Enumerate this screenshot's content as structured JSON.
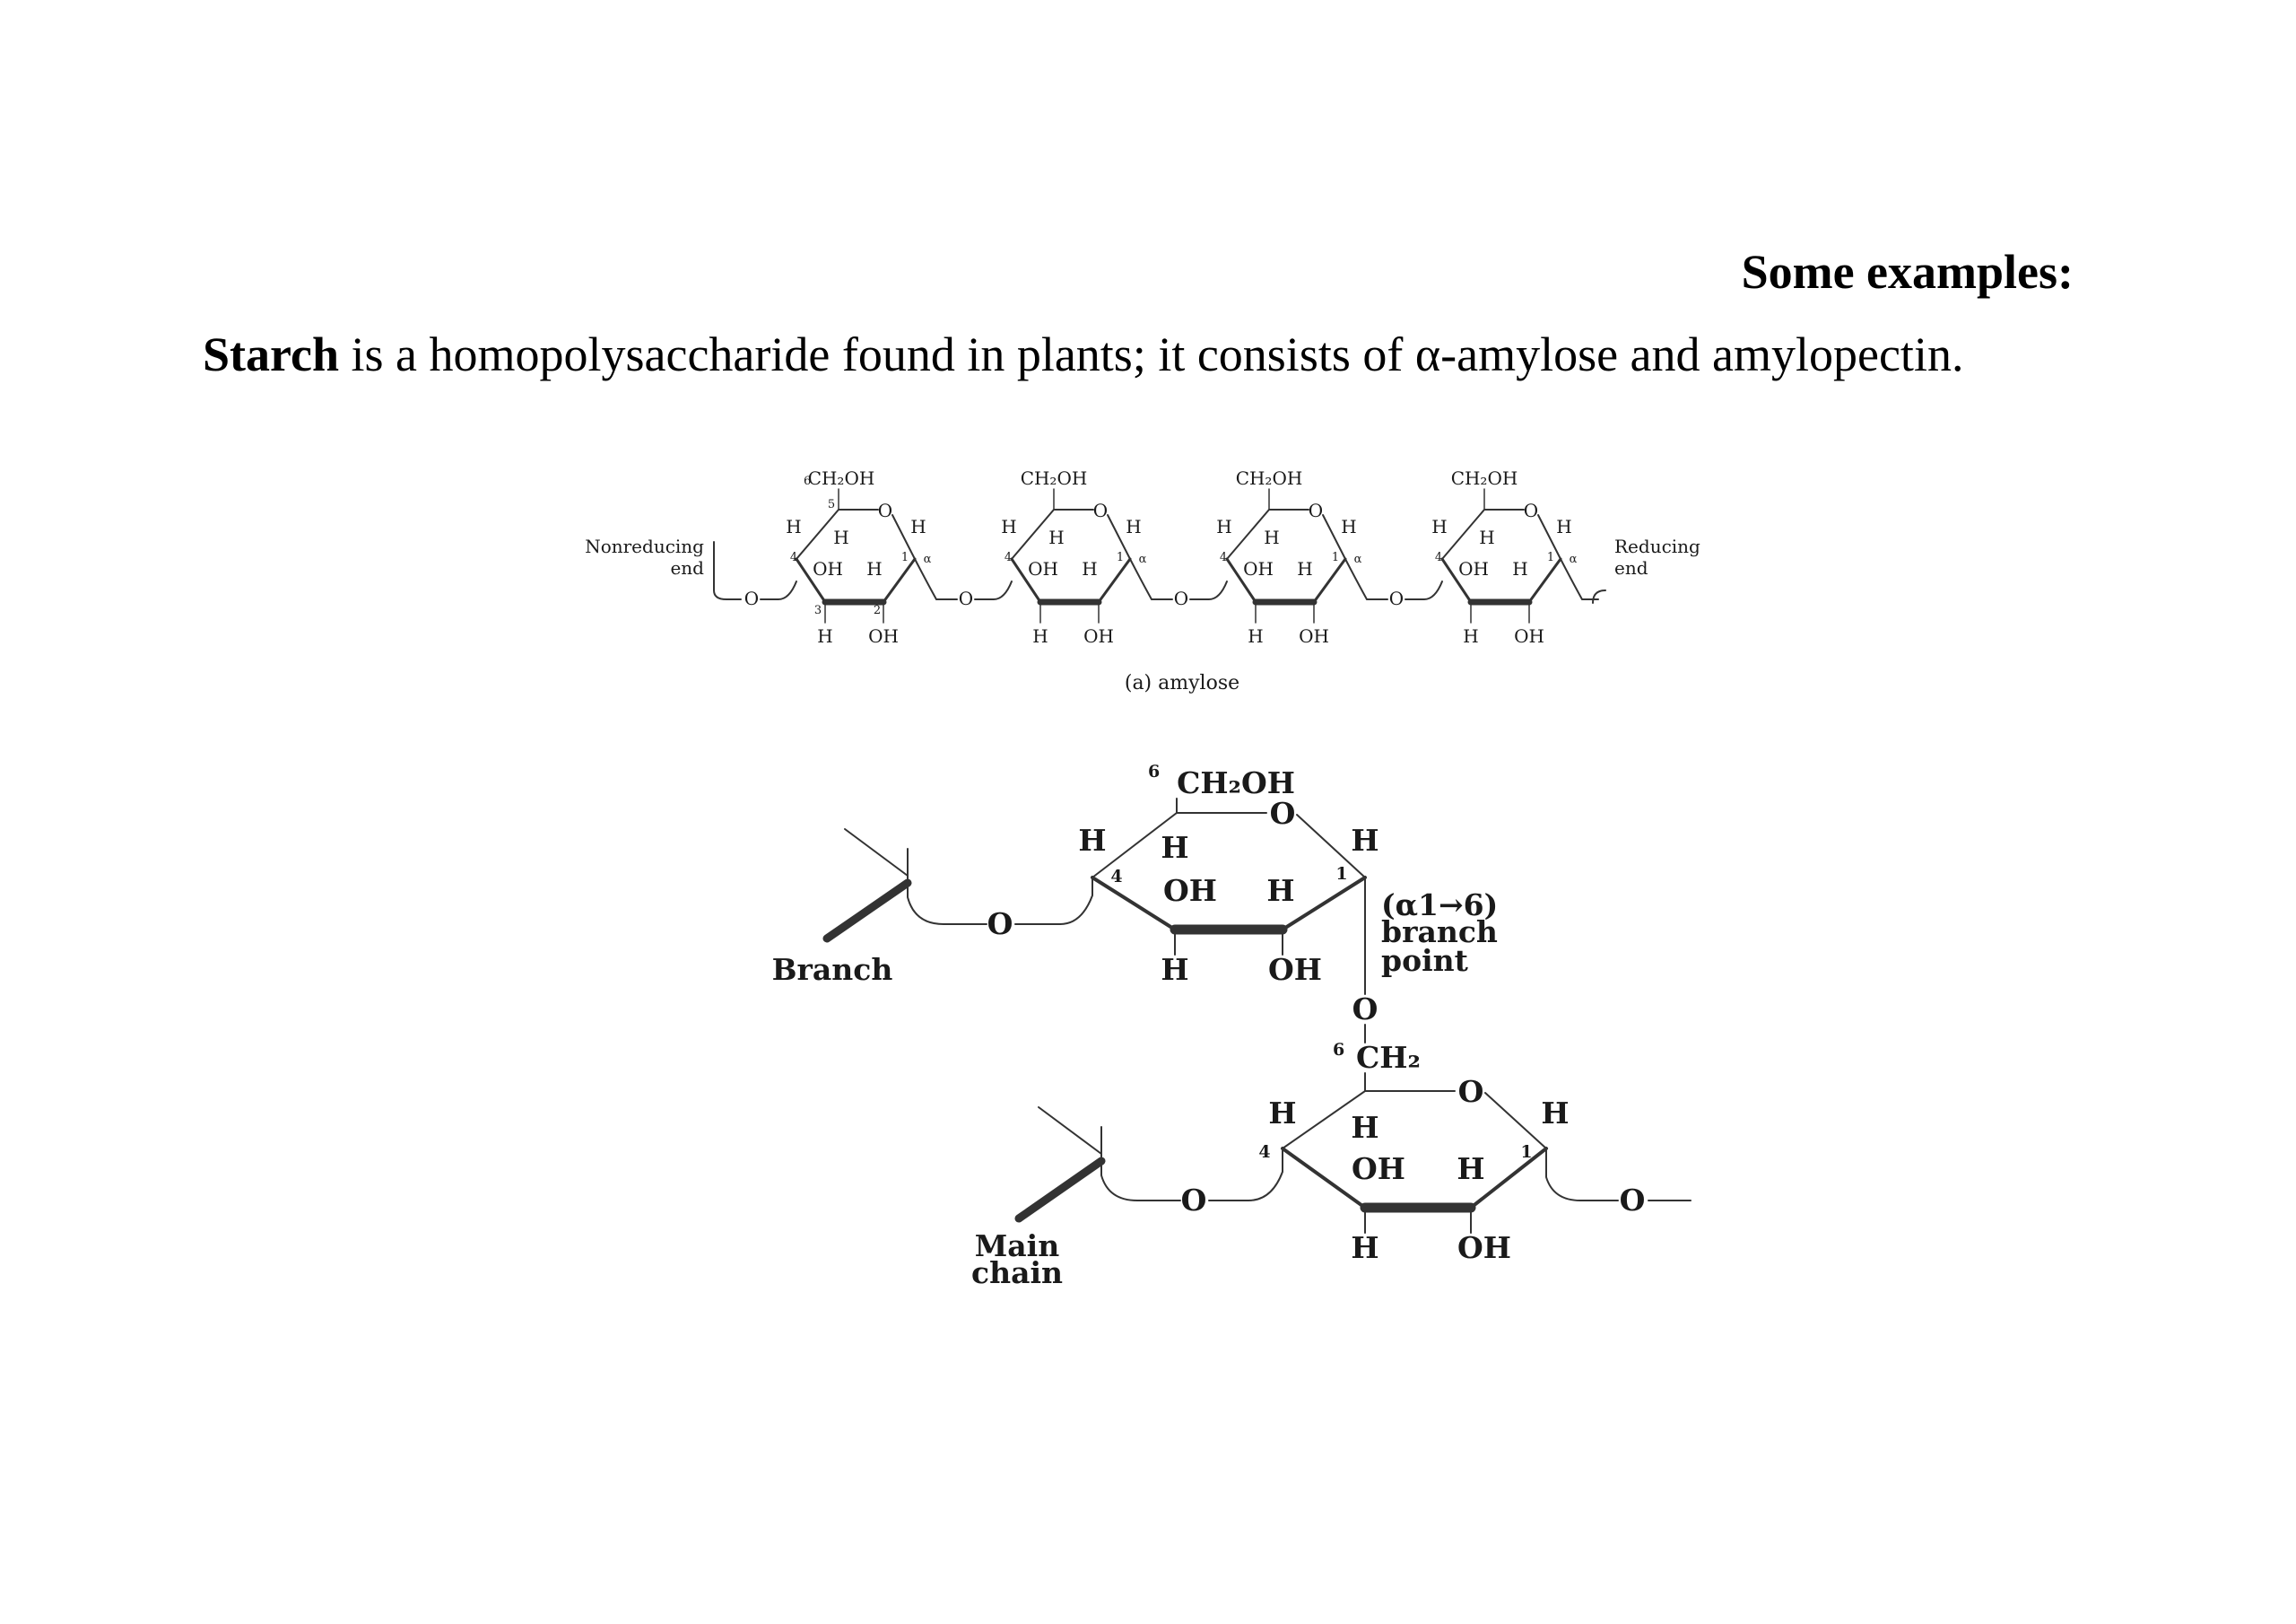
{
  "heading": "Some examples:",
  "intro": {
    "term": "Starch",
    "text": " is a homopolysaccharide found in plants; it consists of α-amylose and amylopectin."
  },
  "amylose": {
    "caption": "(a) amylose",
    "left_end": [
      "Nonreducing",
      "end"
    ],
    "right_end": [
      "Reducing",
      "end"
    ],
    "first_ch2oh": "CH₂OH",
    "first_ch2oh_sup": "6",
    "ch2oh": "CH₂OH",
    "o": "O",
    "h": "H",
    "oh": "OH",
    "alpha": "α",
    "carbon_numbers": [
      "1",
      "2",
      "3",
      "4",
      "5"
    ]
  },
  "amylopectin": {
    "branch_label": "Branch",
    "main_chain_label": [
      "Main",
      "chain"
    ],
    "branch_point_label": [
      "(α1→6)",
      "branch",
      "point"
    ],
    "ch2oh": "CH₂OH",
    "ch2oh_sup": "6",
    "ch2": "CH₂",
    "ch2_sup": "6",
    "o": "O",
    "h": "H",
    "oh": "OH",
    "c4": "4",
    "c1": "1"
  }
}
